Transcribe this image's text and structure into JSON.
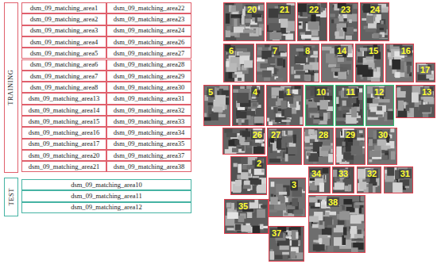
{
  "diagram": {
    "nodes": [
      {
        "text": [
          "20"
        ]
      },
      {
        "text": [
          "21"
        ]
      },
      {
        "text": [
          "22"
        ]
      },
      {
        "text": [
          "23"
        ]
      },
      {
        "text": [
          "24"
        ]
      },
      {
        "text": [
          "6"
        ]
      },
      {
        "text": [
          "7"
        ]
      },
      {
        "text": [
          "8"
        ]
      },
      {
        "text": [
          "14"
        ]
      },
      {
        "text": [
          "15"
        ]
      },
      {
        "text": [
          "16"
        ]
      },
      {
        "text": [
          "17"
        ]
      },
      {
        "text": [
          "5"
        ]
      },
      {
        "text": [
          "4"
        ]
      },
      {
        "text": [
          "1"
        ]
      },
      {
        "text": [
          "10"
        ]
      },
      {
        "text": [
          "11"
        ]
      },
      {
        "text": [
          "12"
        ]
      },
      {
        "text": [
          "13"
        ]
      },
      {
        "text": [
          "26"
        ]
      },
      {
        "text": [
          "27"
        ]
      },
      {
        "text": [
          "28"
        ]
      },
      {
        "text": [
          "29"
        ]
      },
      {
        "text": [
          "30"
        ]
      },
      {
        "text": [
          "2"
        ]
      },
      {
        "text": [
          "34"
        ]
      },
      {
        "text": [
          "33"
        ]
      },
      {
        "text": [
          "32"
        ]
      },
      {
        "text": [
          "31"
        ]
      },
      {
        "text": [
          "3"
        ]
      },
      {
        "text": [
          "35"
        ]
      },
      {
        "text": [
          "38"
        ]
      },
      {
        "text": [
          "37"
        ]
      }
    ],
    "labels": [
      "TRAINING",
      "dsm_09_matching_area1",
      "dsm_09_matching_area22",
      "dsm_09_matching_area2",
      "dsm_09_matching_area23",
      "dsm_09_matching_area3",
      "dsm_09_matching_area24",
      "dsm_09_matching_area4",
      "dsm_09_matching_area26",
      "dsm_09_matching_area5",
      "dsm_09_matching_area27",
      "dsm_09_matching_area6",
      "dsm_09_matching_area28",
      "dsm_09_matching_area7",
      "dsm_09_matching_area29",
      "dsm_09_matching_area8",
      "dsm_09_matching_area30",
      "dsm_09_matching_area13",
      "dsm_09_matching_area31",
      "dsm_09_matching_area14",
      "dsm_09_matching_area32",
      "dsm_09_matching_area15",
      "dsm_09_matching_area33",
      "dsm_09_matching_area16",
      "dsm_09_matching_area34",
      "dsm_09_matching_area17",
      "dsm_09_matching_area35",
      "dsm_09_matching_area20",
      "dsm_09_matching_area37",
      "dsm_09_matching_area21",
      "dsm_09_matching_area38",
      "TEST",
      "dsm_09_matching_area10",
      "dsm_09_matching_area11",
      "dsm_09_matching_area12"
    ]
  }
}
